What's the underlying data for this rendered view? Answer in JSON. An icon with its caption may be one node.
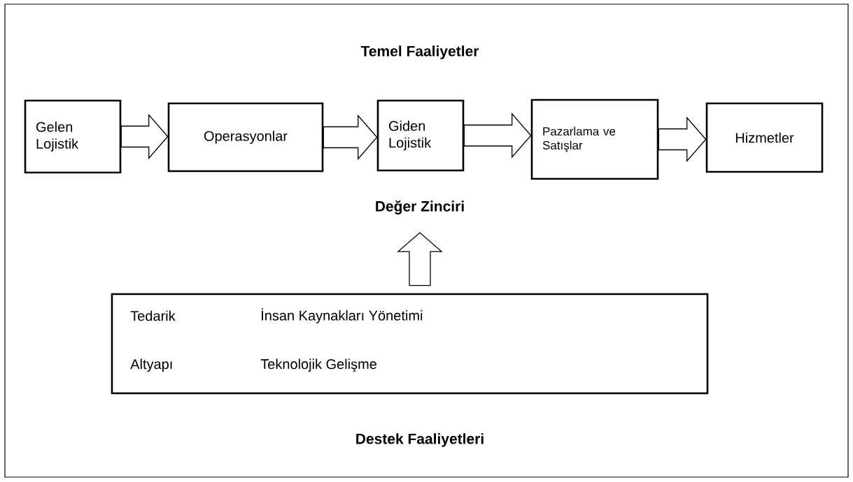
{
  "diagram": {
    "nodes": [
      {
        "text": [
          "Gelen Lojistik"
        ]
      },
      {
        "text": [
          "Operasyonlar"
        ]
      },
      {
        "text": [
          "Giden Lojistik"
        ]
      },
      {
        "text": [
          "Pazarlama ve Satışlar"
        ]
      },
      {
        "text": [
          "Hizmetler"
        ]
      },
      {
        "text": [
          "Tedarik",
          "İnsan Kaynakları Yönetimi",
          "Altyapı",
          "Teknolojik Gelişme"
        ]
      },
      {
        "text": [
          "Değer Zinciri"
        ]
      }
    ],
    "edges": [
      {
        "from": 0,
        "to": 1,
        "arrow": "to"
      },
      {
        "from": 1,
        "to": 2,
        "arrow": "to"
      },
      {
        "from": 2,
        "to": 3,
        "arrow": "to"
      },
      {
        "from": 3,
        "to": 4,
        "arrow": "to"
      },
      {
        "from": 5,
        "to": 6,
        "arrow": "to"
      }
    ],
    "labels": [
      "Temel Faaliyetler",
      "Destek Faaliyetleri"
    ]
  }
}
